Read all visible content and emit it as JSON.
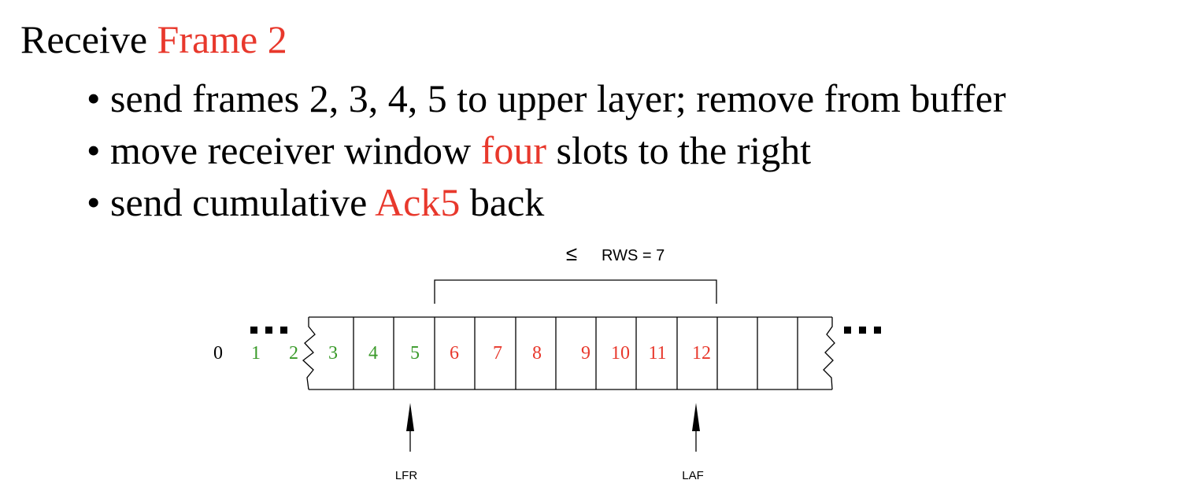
{
  "title": {
    "prefix": "Receive ",
    "highlight": "Frame 2"
  },
  "bullets": [
    {
      "bullet": "•",
      "pre": "send frames 2, 3, 4, 5 to upper layer; remove from buffer",
      "hl": "",
      "post": ""
    },
    {
      "bullet": "•",
      "pre": "move receiver window ",
      "hl": "four",
      "post": " slots to the right"
    },
    {
      "bullet": "•",
      "pre": "send cumulative ",
      "hl": "Ack5",
      "post": " back"
    }
  ],
  "diagram": {
    "window_label_symbol": "≤",
    "window_label": "RWS = 7",
    "outside_numbers": [
      "0",
      "1",
      "2"
    ],
    "slot_numbers": [
      "3",
      "4",
      "5",
      "6",
      "7",
      "8",
      "9",
      "10",
      "11",
      "12",
      "",
      "",
      ""
    ],
    "lfr_label": "LFR",
    "laf_label": "LAF"
  },
  "colors": {
    "highlight": "#e8382c",
    "delivered": "#3a9a2a",
    "text": "#000000"
  }
}
